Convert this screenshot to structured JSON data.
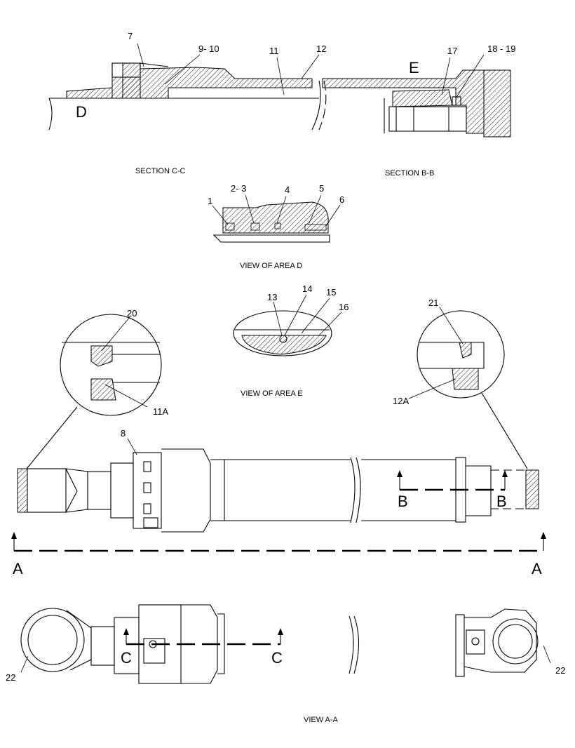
{
  "sections": {
    "section_cc": "SECTION C-C",
    "section_bb": "SECTION B-B",
    "view_area_d": "VIEW OF AREA D",
    "view_area_e": "VIEW OF AREA E",
    "view_aa": "VIEW A-A"
  },
  "markers": {
    "d": "D",
    "e": "E",
    "a_left": "A",
    "a_right": "A",
    "b_left": "B",
    "b_right": "B",
    "c_left": "C",
    "c_right": "C"
  },
  "callouts": {
    "c7": "7",
    "c9_10": "9- 10",
    "c11": "11",
    "c12": "12",
    "c17": "17",
    "c18_19": "18 - 19",
    "c1": "1",
    "c2_3": "2- 3",
    "c4": "4",
    "c5": "5",
    "c6": "6",
    "c13": "13",
    "c14": "14",
    "c15": "15",
    "c16": "16",
    "c20": "20",
    "c11a": "11A",
    "c21": "21",
    "c12a": "12A",
    "c8": "8",
    "c22_left": "22",
    "c22_right": "22"
  }
}
